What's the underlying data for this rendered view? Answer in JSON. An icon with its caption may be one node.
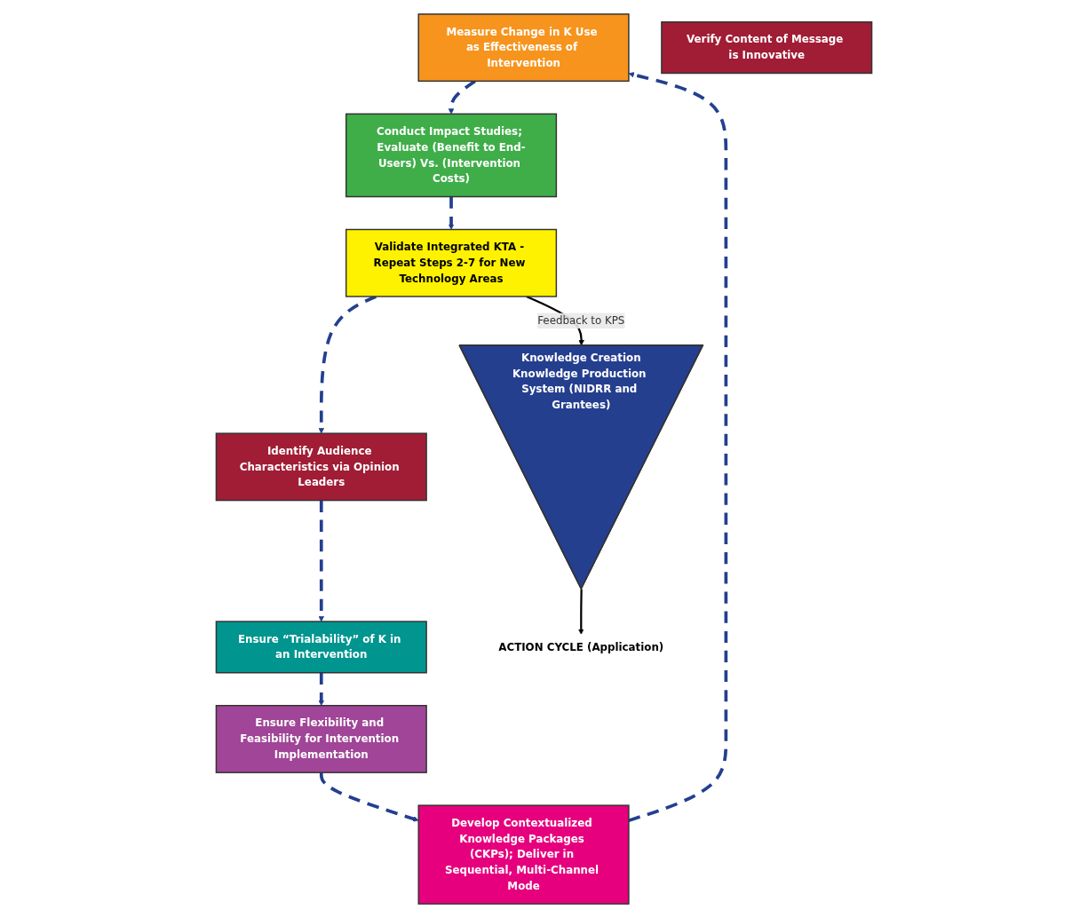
{
  "diagram": {
    "nodes": [
      {
        "text": [
          "Measure Change in K Use as Effectiveness of Intervention"
        ]
      },
      {
        "text": [
          "Develop Contextualized Knowledge Packages (CKPs); Deliver in Sequential, Multi-Channel Mode"
        ]
      },
      {
        "text": [
          "Conduct Impact Studies; Evaluate (Benefit to End-Users) Vs. (Intervention Costs)"
        ]
      },
      {
        "text": [
          "Knowledge Creation",
          "Knowledge Production System (NIDRR and Grantees)"
        ]
      },
      {
        "text": [
          "Ensure Flexibility and Feasibility for Intervention Implementation"
        ]
      },
      {
        "text": [
          "Validate Integrated KTA - Repeat Steps 2-7 for New Technology Areas"
        ]
      },
      {
        "text": [
          "Ensure “Trialability” of K in an Intervention"
        ]
      },
      {
        "text": [
          "ACTION CYCLE (Application)"
        ]
      },
      {
        "text": [
          "Identify Audience Characteristics via Opinion Leaders"
        ]
      },
      {
        "text": [
          "Verify Content of Message is Innovative"
        ]
      }
    ],
    "edges": [
      {
        "from": 1,
        "to": 0,
        "arrow": "to",
        "style": "dashed"
      },
      {
        "from": 0,
        "to": 2,
        "arrow": "to",
        "style": "dashed"
      },
      {
        "from": 2,
        "to": 5,
        "arrow": "to",
        "style": "dashed"
      },
      {
        "from": 5,
        "to": 8,
        "arrow": "to",
        "style": "dashed"
      },
      {
        "from": 8,
        "to": 6,
        "arrow": "to",
        "style": "dashed"
      },
      {
        "from": 6,
        "to": 4,
        "arrow": "to",
        "style": "dashed"
      },
      {
        "from": 4,
        "to": 1,
        "arrow": "to",
        "style": "dashed"
      },
      {
        "from": 5,
        "to": 3,
        "arrow": "to",
        "label": "Feedback to KPS",
        "color": "#000000"
      },
      {
        "from": 3,
        "to": 7,
        "arrow": "to",
        "color": "#000000"
      }
    ]
  }
}
